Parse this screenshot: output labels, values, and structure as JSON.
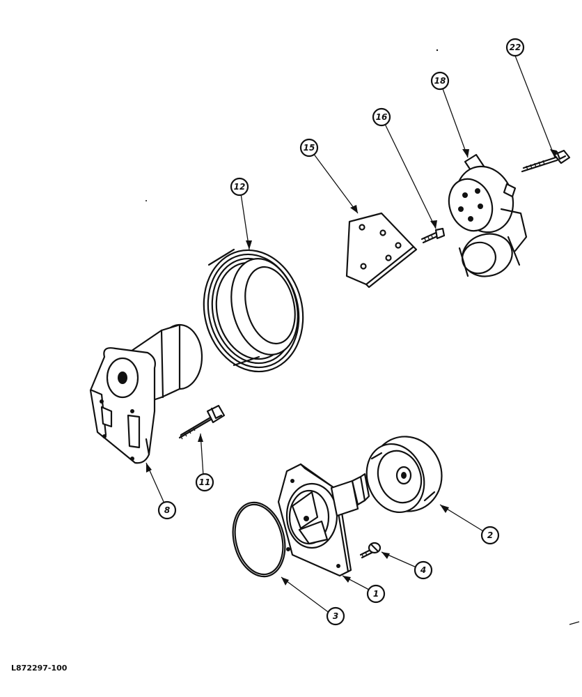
{
  "figure_id": "L872297-100",
  "callouts": [
    {
      "id": "1",
      "label": "1"
    },
    {
      "id": "2",
      "label": "2"
    },
    {
      "id": "3",
      "label": "3"
    },
    {
      "id": "4",
      "label": "4"
    },
    {
      "id": "8",
      "label": "8"
    },
    {
      "id": "11",
      "label": "11"
    },
    {
      "id": "12",
      "label": "12"
    },
    {
      "id": "15",
      "label": "15"
    },
    {
      "id": "16",
      "label": "16"
    },
    {
      "id": "18",
      "label": "18"
    },
    {
      "id": "22",
      "label": "22"
    }
  ]
}
